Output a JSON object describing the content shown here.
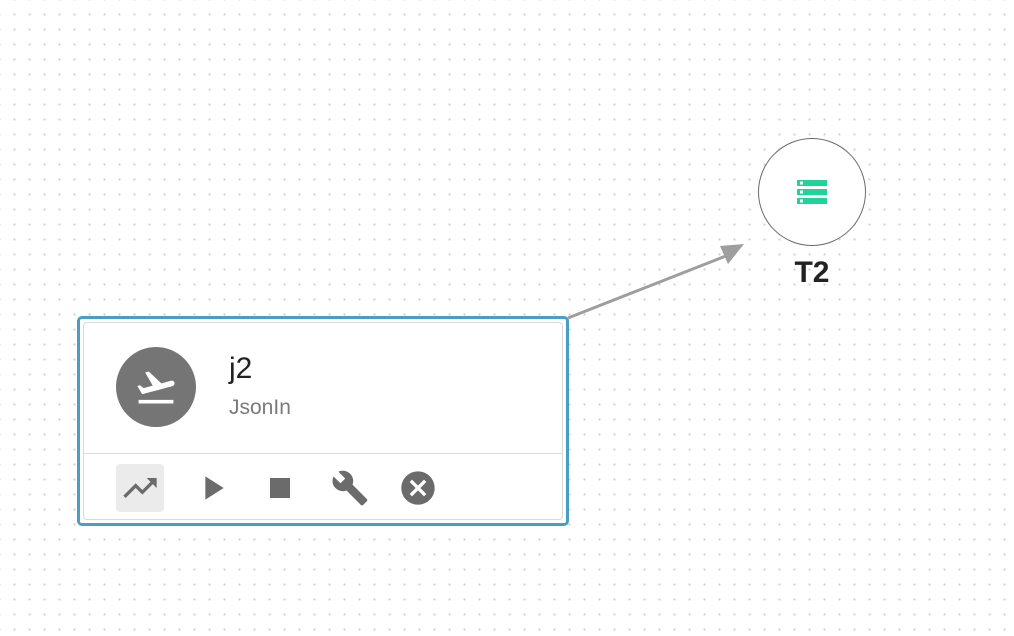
{
  "canvas": {
    "background": "#ffffff",
    "grid_dot_color": "#cfcfcf"
  },
  "job_node": {
    "name": "j2",
    "type": "JsonIn",
    "icon": "flight-takeoff-icon",
    "border_color": "#4a9ec6",
    "selected": true,
    "toolbar": [
      {
        "icon": "trending-up-icon",
        "active": true
      },
      {
        "icon": "play-icon",
        "active": false
      },
      {
        "icon": "stop-icon",
        "active": false
      },
      {
        "icon": "wrench-icon",
        "active": false
      },
      {
        "icon": "cancel-circle-icon",
        "active": false
      }
    ]
  },
  "table_node": {
    "label": "T2",
    "icon": "storage-icon",
    "icon_color": "#1fd39a"
  },
  "connection": {
    "from": "j2",
    "to": "T2",
    "color": "#9e9e9e"
  }
}
